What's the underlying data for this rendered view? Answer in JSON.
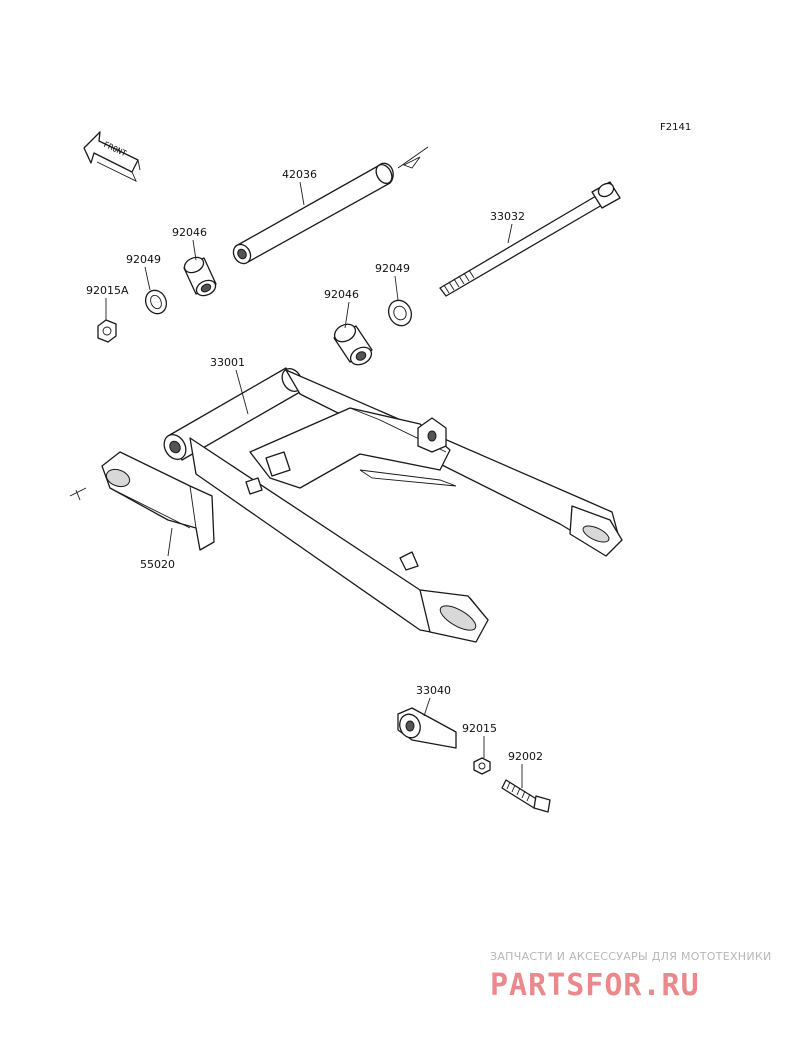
{
  "diagram": {
    "figure_code": "F2141",
    "front_arrow_label": "FRONT",
    "parts": [
      {
        "id": "p42036",
        "number": "42036"
      },
      {
        "id": "p33032",
        "number": "33032"
      },
      {
        "id": "p92046a",
        "number": "92046"
      },
      {
        "id": "p92049a",
        "number": "92049"
      },
      {
        "id": "p92015A",
        "number": "92015A"
      },
      {
        "id": "p92049b",
        "number": "92049"
      },
      {
        "id": "p92046b",
        "number": "92046"
      },
      {
        "id": "p33001",
        "number": "33001"
      },
      {
        "id": "p55020",
        "number": "55020"
      },
      {
        "id": "p33040",
        "number": "33040"
      },
      {
        "id": "p92015",
        "number": "92015"
      },
      {
        "id": "p92002",
        "number": "92002"
      }
    ]
  },
  "watermark": {
    "tagline": "ЗАПЧАСТИ И АКСЕССУАРЫ ДЛЯ МОТОТЕХНИКИ",
    "logo": "PARTSFOR.RU",
    "color": "#d9262e"
  }
}
